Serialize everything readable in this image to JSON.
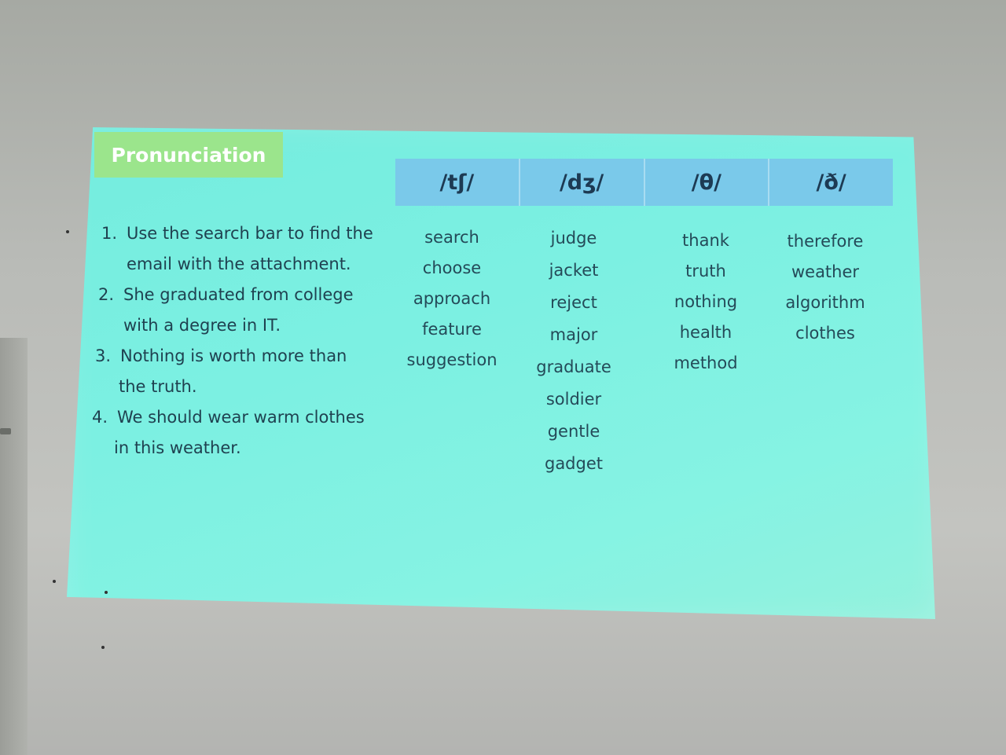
{
  "slide": {
    "title": "Pronunciation",
    "headers": [
      "/tʃ/",
      "/dʒ/",
      "/θ/",
      "/ð/"
    ],
    "sentences": [
      {
        "number": "1.",
        "line1": "Use the search bar to find the",
        "line2": "email with the attachment."
      },
      {
        "number": "2.",
        "line1": "She graduated from college",
        "line2": "with a degree in IT."
      },
      {
        "number": "3.",
        "line1": "Nothing is worth more than",
        "line2": "the truth."
      },
      {
        "number": "4.",
        "line1": "We should wear warm clothes",
        "line2": "in this weather."
      }
    ],
    "columns": [
      [
        "search",
        "choose",
        "approach",
        "feature",
        "suggestion"
      ],
      [
        "judge",
        "jacket",
        "reject",
        "major",
        "graduate",
        "soldier",
        "gentle",
        "gadget"
      ],
      [
        "thank",
        "truth",
        "nothing",
        "health",
        "method"
      ],
      [
        "therefore",
        "weather",
        "algorithm",
        "clothes"
      ]
    ]
  },
  "colors": {
    "screen": "#7cf0e2",
    "title_bg": "#9be58c",
    "header_bg": "#7ac9ea",
    "text": "#1f4150"
  }
}
